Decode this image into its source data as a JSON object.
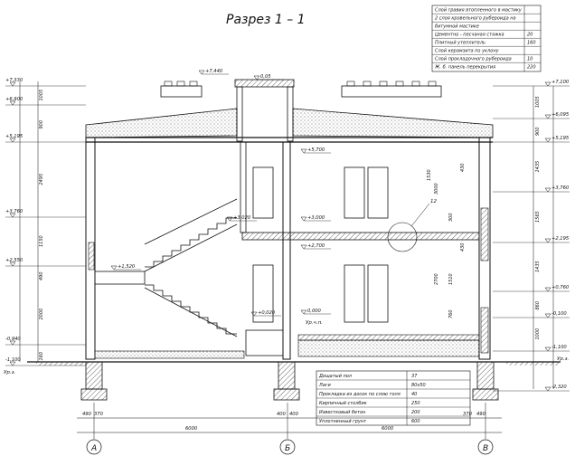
{
  "title": "Разрез  1 – 1",
  "layers_top": [
    {
      "name": "Слой гравия втопленного в мастику",
      "value": ""
    },
    {
      "name": "2 слоя кровельного рубероида на",
      "value": ""
    },
    {
      "name": "битумной мастике",
      "value": ""
    },
    {
      "name": "Цементно - песчаная стяжка",
      "value": "20"
    },
    {
      "name": "Плитный утеплитель",
      "value": "160"
    },
    {
      "name": "Слой керамзита по уклону",
      "value": ""
    },
    {
      "name": "Слой прокладочного рубероида",
      "value": "10"
    },
    {
      "name": "Ж. б. панель перекрытия",
      "value": "220"
    }
  ],
  "layers_bottom": [
    {
      "name": "Дощатый пол",
      "value": "37"
    },
    {
      "name": "Лаги",
      "value": "80x50"
    },
    {
      "name": "Прокладка из досок по слою толя",
      "value": "40"
    },
    {
      "name": "Кирпичный столбик",
      "value": "250"
    },
    {
      "name": "Известковый бетон",
      "value": "200"
    },
    {
      "name": "Уплотненный грунт",
      "value": "600"
    }
  ],
  "levels_left": [
    "+7,330",
    "+6,900",
    "+5,195",
    "+3,760",
    "+2,550",
    "-0,940",
    "-1,100"
  ],
  "dims_left": [
    "1005",
    "900",
    "2495",
    "1150",
    "490",
    "2000",
    "160"
  ],
  "levels_right": [
    "+7,100",
    "+6,095",
    "+5,195",
    "+3,760",
    "+2,195",
    "+0,760",
    "-0,100",
    "-1,100",
    "-2,320"
  ],
  "dims_right": [
    "1005",
    "900",
    "1435",
    "1565",
    "1435",
    "860",
    "1000"
  ],
  "inner_levels": [
    "+7,440",
    "0,05",
    "+5,700",
    "+3,020",
    "+3,000",
    "+2,700",
    "+1,520",
    "+0,020",
    "0,000"
  ],
  "inner_dims": [
    "1530",
    "3000",
    "300",
    "430",
    "2700",
    "1510",
    "760",
    "430"
  ],
  "labels": {
    "ur_zem": "Ур.з.",
    "ur_ch_p": "Ур.ч.п.",
    "ur_zem_r": "Ур.з.",
    "callout": "12"
  },
  "bottom_dims": [
    "490",
    "370",
    "400",
    "400",
    "370",
    "490"
  ],
  "span_dims": [
    "6000",
    "6000"
  ],
  "axes": [
    "А",
    "Б",
    "В"
  ]
}
